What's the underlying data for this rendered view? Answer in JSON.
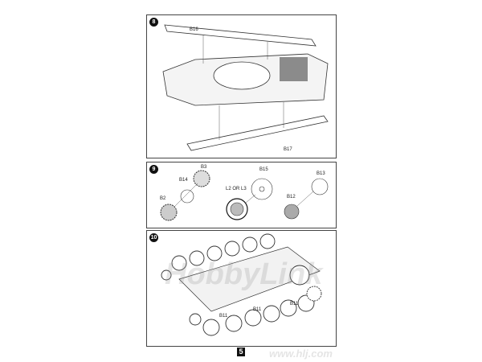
{
  "steps": [
    {
      "number": "8",
      "labels": [
        "B16",
        "B17"
      ]
    },
    {
      "number": "9",
      "labels": [
        "B3",
        "B14",
        "B2",
        "B15",
        "L2 OR L3",
        "B13",
        "B12"
      ]
    },
    {
      "number": "10",
      "labels": [
        "B11",
        "B11",
        "B11"
      ]
    }
  ],
  "page_number": "5",
  "watermark": {
    "brand": "HobbyLink",
    "url": "www.hlj.com"
  }
}
